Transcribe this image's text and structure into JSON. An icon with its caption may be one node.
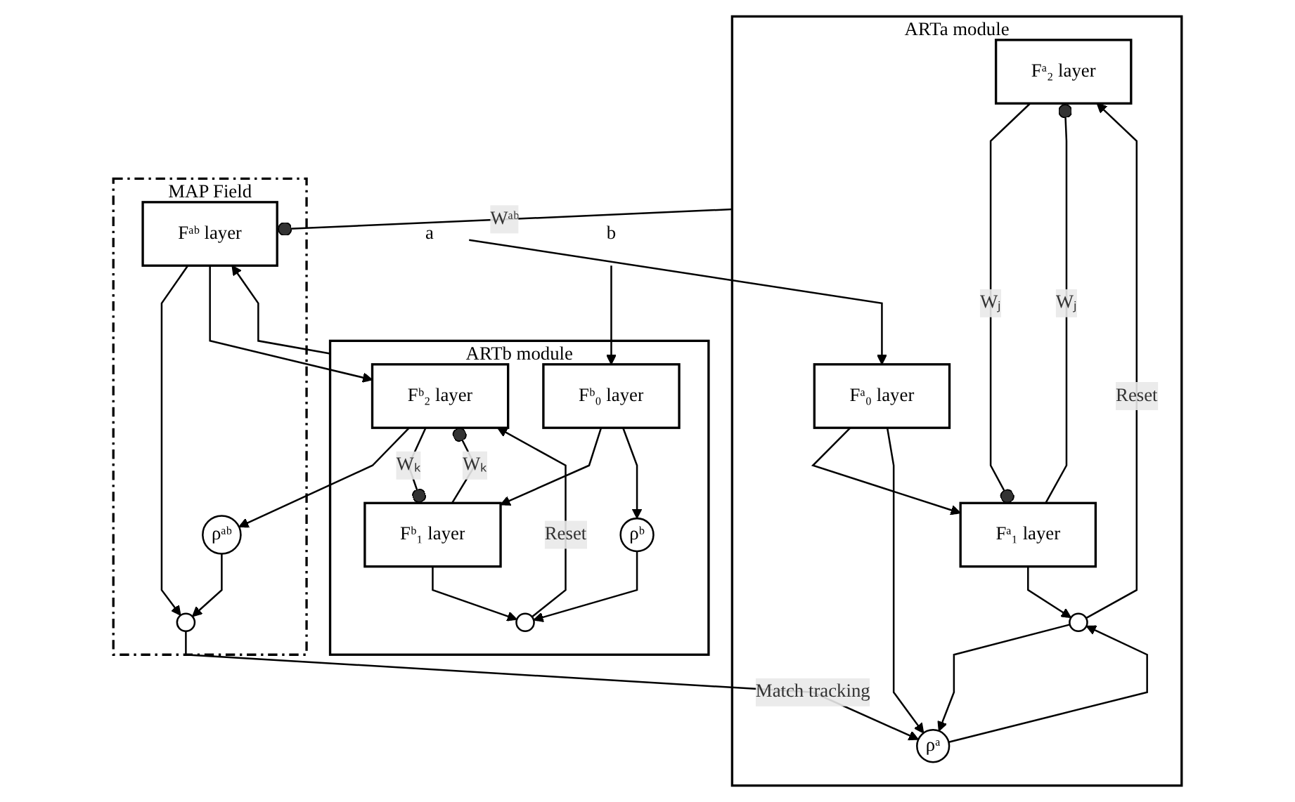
{
  "diagram": {
    "nodes": [
      {
        "text": [
          "ARTa module"
        ]
      },
      {
        "text": [
          "Fᵃ₂ layer"
        ],
        "in": 0
      },
      {
        "text": [
          "Fᵃ₁ layer"
        ],
        "in": 0
      },
      {
        "text": [
          "Fᵃ₀ layer"
        ],
        "in": 0
      },
      {
        "text": [],
        "shape": "circle",
        "in": 0
      },
      {
        "text": [
          "ρᵃ"
        ],
        "in": 0
      },
      {
        "text": [
          "a"
        ]
      },
      {
        "text": [
          "MAP Field"
        ]
      },
      {
        "text": [
          "Fᵃᵇ layer"
        ],
        "in": 7
      },
      {
        "text": [],
        "shape": "circle",
        "in": 7
      },
      {
        "text": [
          "ρᵃᵇ"
        ],
        "in": 7
      },
      {
        "text": [
          "ARTb module"
        ]
      },
      {
        "text": [
          "Fᵇ₂ layer"
        ],
        "in": 11
      },
      {
        "text": [
          "Fᵇ₁ layer"
        ],
        "in": 11
      },
      {
        "text": [
          "Fᵇ₀ layer"
        ],
        "in": 11
      },
      {
        "text": [],
        "shape": "circle",
        "in": 11
      },
      {
        "text": [
          "ρᵇ"
        ],
        "in": 11
      },
      {
        "text": [
          "b"
        ]
      }
    ],
    "edges": [
      {
        "from": 0,
        "to": 8,
        "arrow": "other",
        "label": "Wᵃᵇ"
      },
      {
        "from": 11,
        "to": 8,
        "arrow": "to"
      },
      {
        "from": 8,
        "to": 9,
        "arrow": "to"
      },
      {
        "from": 8,
        "to": 12,
        "arrow": "to"
      },
      {
        "from": 12,
        "to": 10,
        "arrow": "to"
      },
      {
        "from": 10,
        "to": 9,
        "arrow": "to"
      },
      {
        "from": 1,
        "to": 2,
        "arrow": "other",
        "label": "Wⱼ"
      },
      {
        "from": 2,
        "to": 1,
        "arrow": "other",
        "label": "Wⱼ"
      },
      {
        "from": 2,
        "to": 4,
        "arrow": "to"
      },
      {
        "from": 3,
        "to": 2,
        "arrow": "to"
      },
      {
        "from": 3,
        "to": 5,
        "arrow": "to"
      },
      {
        "from": 4,
        "to": 1,
        "arrow": "to",
        "label": "Reset"
      },
      {
        "from": 4,
        "to": 5,
        "arrow": "to"
      },
      {
        "from": 5,
        "to": 4,
        "arrow": "to"
      },
      {
        "from": 9,
        "to": 5,
        "arrow": "to",
        "label": "Match tracking"
      },
      {
        "from": 6,
        "to": 3,
        "arrow": "to"
      },
      {
        "from": 12,
        "to": 13,
        "arrow": "other",
        "label": "Wₖ"
      },
      {
        "from": 13,
        "to": 12,
        "arrow": "other",
        "label": "Wₖ"
      },
      {
        "from": 13,
        "to": 15,
        "arrow": "to"
      },
      {
        "from": 14,
        "to": 13,
        "arrow": "to"
      },
      {
        "from": 14,
        "to": 16,
        "arrow": "to"
      },
      {
        "from": 16,
        "to": 15,
        "arrow": "to"
      },
      {
        "from": 15,
        "to": 12,
        "arrow": "to",
        "label": "Reset"
      },
      {
        "from": 17,
        "to": 14,
        "arrow": "to"
      }
    ]
  }
}
